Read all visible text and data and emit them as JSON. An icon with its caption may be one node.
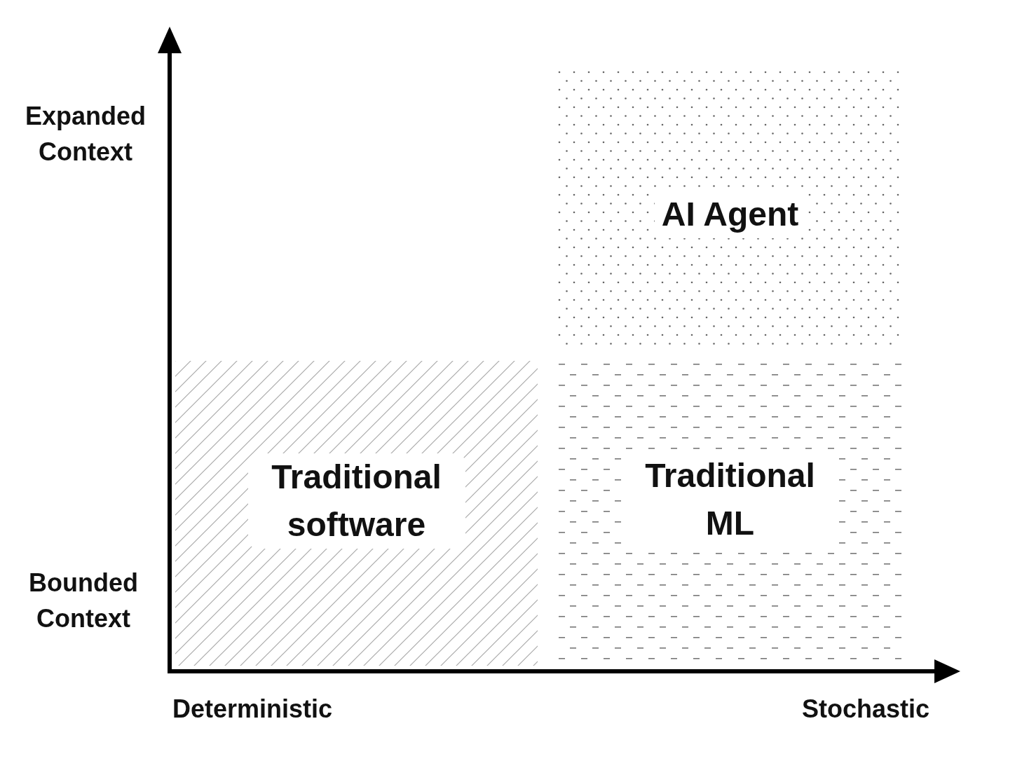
{
  "diagram": {
    "nodes": [
      {
        "text": [
          "AI Agent"
        ]
      },
      {
        "text": [
          "Traditional software"
        ]
      },
      {
        "text": [
          "Traditional ML"
        ]
      }
    ],
    "labels": [
      "Expanded Context",
      "Bounded Context",
      "Deterministic",
      "Stochastic"
    ]
  }
}
